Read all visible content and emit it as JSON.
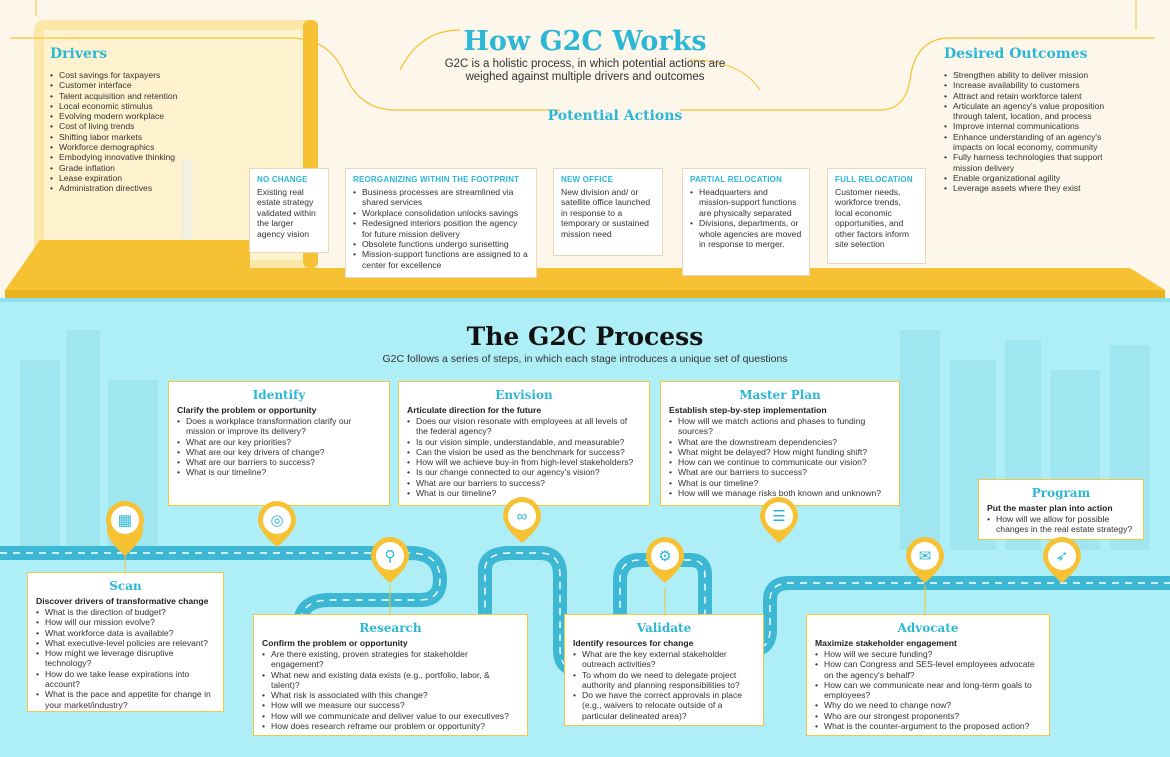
{
  "header": {
    "title": "How G2C Works",
    "subtitle_line1": "G2C is a holistic process, in which potential actions are",
    "subtitle_line2": "weighed against multiple drivers and outcomes"
  },
  "drivers": {
    "title": "Drivers",
    "items": [
      "Cost savings for taxpayers",
      "Customer interface",
      "Talent acquisition and retention",
      "Local economic stimulus",
      "Evolving modern workplace",
      "Cost of living trends",
      "Shifting labor markets",
      "Workforce demographics",
      "Embodying innovative thinking",
      "Grade inflation",
      "Lease expiration",
      "Administration directives"
    ]
  },
  "outcomes": {
    "title": "Desired Outcomes",
    "items": [
      "Strengthen ability to deliver mission",
      "Increase availability to customers",
      "Attract and retain workforce talent",
      "Articulate an agency's value proposition through talent, location, and process",
      "Improve internal communications",
      "Enhance understanding of an agency's impacts on local economy, community",
      "Fully harness technologies that support mission delivery",
      "Enable organizational agility",
      "Leverage assets where they exist"
    ]
  },
  "potential_actions": {
    "title": "Potential Actions",
    "no_change": {
      "title": "NO CHANGE",
      "text": "Existing real estate strategy validated within the larger agency vision"
    },
    "reorganizing": {
      "title": "REORGANIZING WITHIN THE FOOTPRINT",
      "items": [
        "Business processes are streamlined via shared services",
        "Workplace consolidation unlocks savings",
        "Redesigned interiors position the agency for future mission delivery",
        "Obsolete functions undergo sunsetting",
        "Mission-support functions are assigned to a center for excellence"
      ]
    },
    "new_office": {
      "title": "NEW OFFICE",
      "text": "New division and/ or satellite office launched in response to a temporary or sustained mission need"
    },
    "partial": {
      "title": "PARTIAL RELOCATION",
      "items": [
        "Headquarters and mission-support functions are physically separated",
        "Divisions, departments, or whole agencies are moved in response to merger."
      ]
    },
    "full": {
      "title": "FULL RELOCATION",
      "text": "Customer needs, workforce trends, local economic opportunities, and other factors inform site selection"
    }
  },
  "process": {
    "title": "The G2C Process",
    "subtitle": "G2C follows a series of steps, in which each stage introduces a unique set of questions",
    "identify": {
      "title": "Identify",
      "lead": "Clarify the problem or opportunity",
      "items": [
        "Does a workplace transformation clarify our mission or improve its delivery?",
        "What are our key priorities?",
        "What are our key drivers of change?",
        "What are our barriers to success?",
        "What is our timeline?"
      ]
    },
    "envision": {
      "title": "Envision",
      "lead": "Articulate direction for the future",
      "items": [
        "Does our vision resonate with employees at all levels of the federal agency?",
        "Is our vision simple, understandable, and measurable?",
        "Can the vision be used as the benchmark for success?",
        "How will we achieve buy-in from high-level stakeholders?",
        "Is our change connected to our agency's vision?",
        "What are our barriers to success?",
        "What is our timeline?"
      ]
    },
    "master_plan": {
      "title": "Master Plan",
      "lead": "Establish step-by-step implementation",
      "items": [
        "How will we match actions and phases to funding sources?",
        "What are the downstream dependencies?",
        "What might be delayed? How might funding shift?",
        "How can we continue to communicate our vision?",
        "What are our barriers to success?",
        "What is our timeline?",
        "How will we manage risks both known and unknown?"
      ]
    },
    "program": {
      "title": "Program",
      "lead": "Put the master plan into action",
      "items": [
        "How will we allow for possible changes in the real estate strategy?"
      ]
    },
    "scan": {
      "title": "Scan",
      "lead": "Discover drivers of transformative change",
      "items": [
        "What is the direction of budget?",
        "How will our mission evolve?",
        "What workforce data is available?",
        "What executive-level policies are relevant?",
        "How might we leverage disruptive technology?",
        "How do we take lease expirations into account?",
        "What is the pace and appetite for change in your market/industry?"
      ]
    },
    "research": {
      "title": "Research",
      "lead": "Confirm the problem or opportunity",
      "items": [
        "Are there existing, proven strategies for stakeholder engagement?",
        "What new and existing data exists (e.g., portfolio, labor, & talent)?",
        "What risk is associated with this change?",
        "How will we measure our success?",
        "How will we communicate and deliver value to our executives?",
        "How does research reframe our problem or opportunity?"
      ]
    },
    "validate": {
      "title": "Validate",
      "lead": "Identify resources for change",
      "items": [
        "What are the key external stakeholder outreach activities?",
        "To whom do we need to delegate project authority and planning responsibilities to?",
        "Do we have the correct approvals in place (e.g., waivers to relocate outside of a particular delineated area)?"
      ]
    },
    "advocate": {
      "title": "Advocate",
      "lead": "Maximize stakeholder engagement",
      "items": [
        "How will we secure funding?",
        "How can Congress and SES-level employees advocate on the agency's behalf?",
        "How can we communicate near and long-term goals to employees?",
        "Why do we need to change now?",
        "Who are our strongest proponents?",
        "What is the counter-argument to the proposed action?"
      ]
    }
  },
  "icons": [
    "data-icon",
    "fingerprint-icon",
    "microscope-icon",
    "binoculars-icon",
    "gears-icon",
    "checklist-icon",
    "chat-icon",
    "rocket-icon"
  ],
  "colors": {
    "accent": "#2bb7d6",
    "yellow": "#f6c233",
    "cyan_bg": "#aeeef6",
    "road": "#3cb8d4",
    "cream": "#fdf6ea"
  }
}
